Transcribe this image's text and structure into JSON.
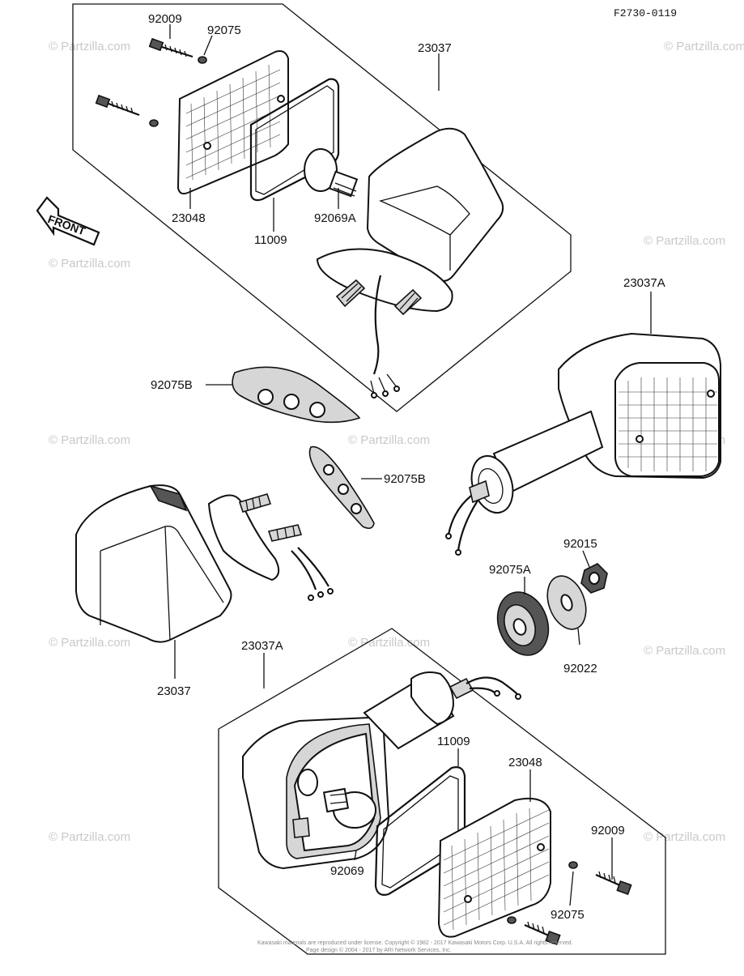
{
  "figure_code": "F2730-0119",
  "front_label": "FRONT",
  "watermark": "© Partzilla.com",
  "labels": {
    "p92009_top": "92009",
    "p92075_top": "92075",
    "p23037_top": "23037",
    "p23048_top": "23048",
    "p11009_top": "11009",
    "p92069A": "92069A",
    "p23037A_right": "23037A",
    "p92075B_left": "92075B",
    "p92075B_mid": "92075B",
    "p92015": "92015",
    "p92075A": "92075A",
    "p92022": "92022",
    "p23037_left": "23037",
    "p23037A_bottom": "23037A",
    "p11009_bottom": "11009",
    "p23048_bottom": "23048",
    "p92009_bottom": "92009",
    "p92069": "92069",
    "p92075_bottom": "92075"
  },
  "footer": {
    "line1": "Kawasaki materials are reproduced under license. Copyright © 1982 - 2017  Kawasaki Motors Corp. U.S.A.  All rights reserved.",
    "line2": "Page design © 2004 - 2017 by ARI Network Services, Inc."
  }
}
